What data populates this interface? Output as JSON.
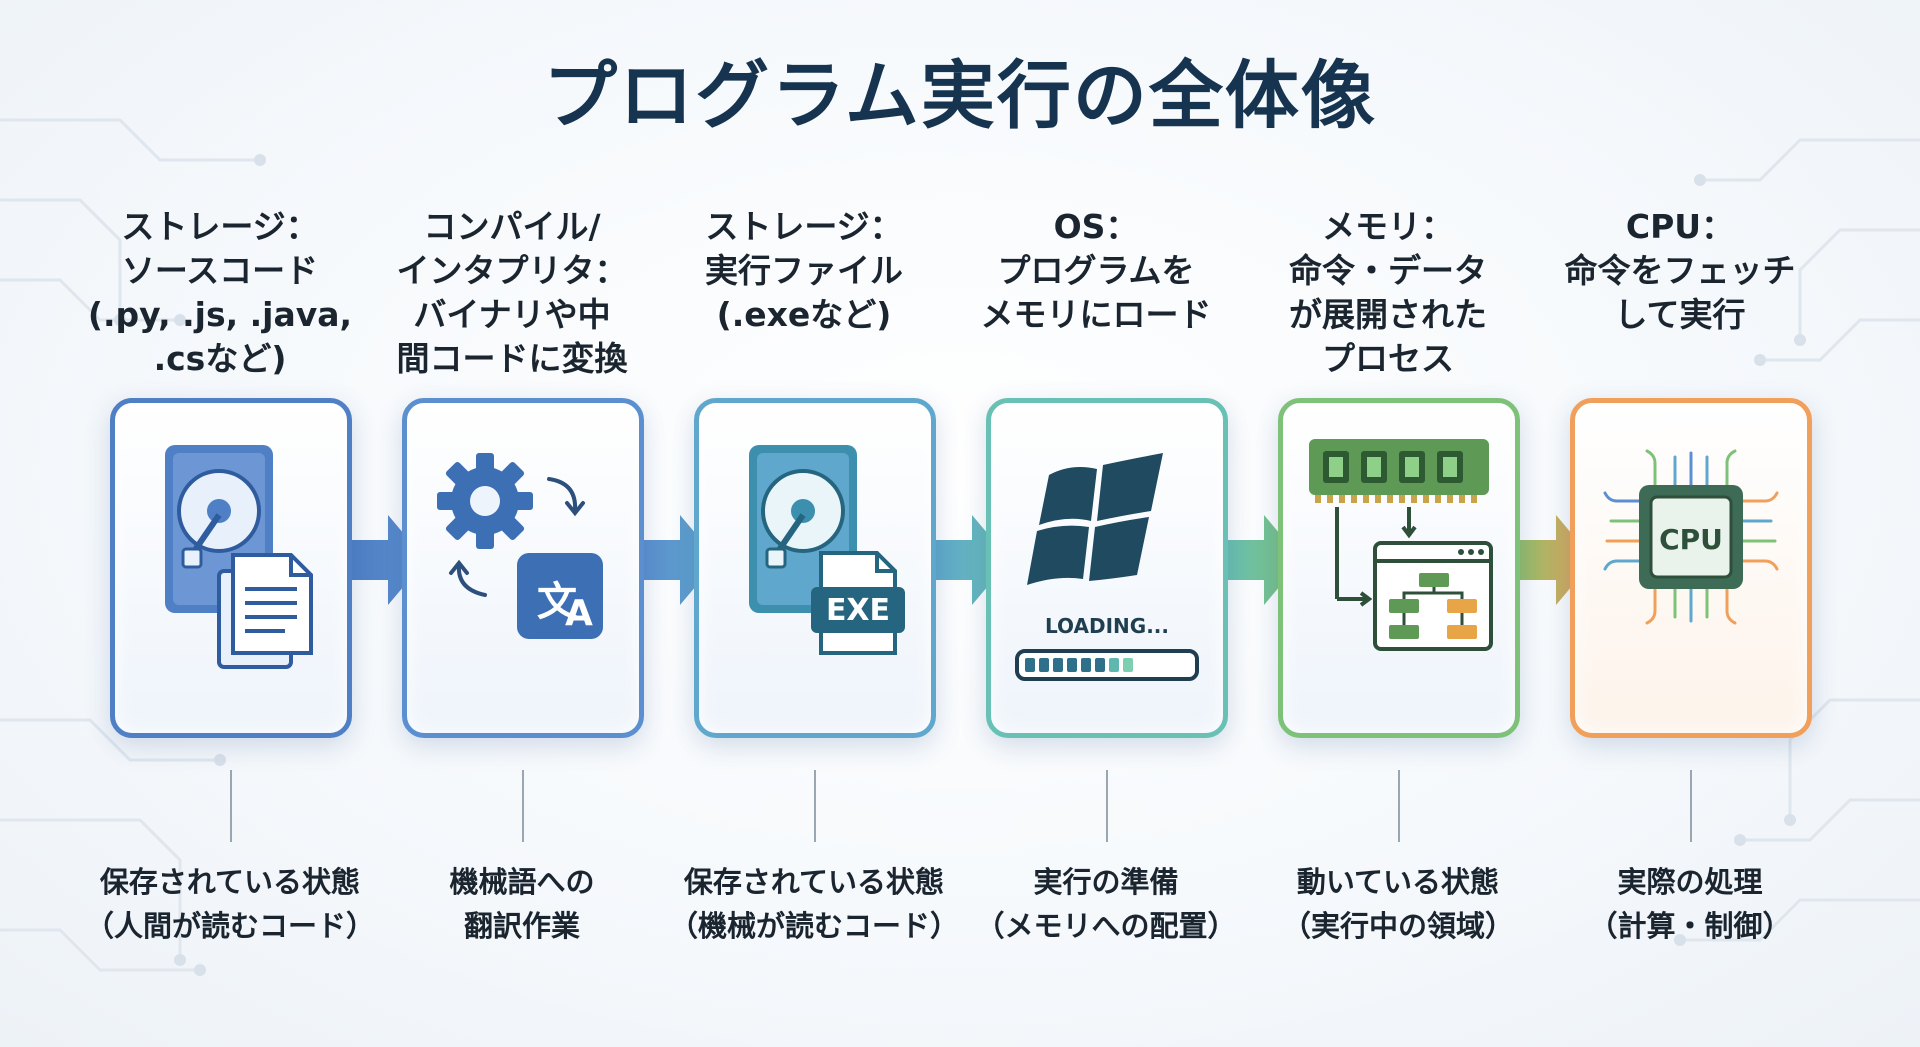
{
  "title": "プログラム実行の全体像",
  "steps": [
    {
      "top": [
        "ストレージ：",
        "ソースコード",
        "(.py, .js, .java,",
        ".csなど)"
      ],
      "bottom": [
        "保存されている状態",
        "（人間が読むコード）"
      ],
      "icon": "hard-drive-document-icon",
      "color": "#4f7fc4"
    },
    {
      "top": [
        "コンパイル/",
        "インタプリタ：",
        "バイナリや中",
        "間コードに変換"
      ],
      "bottom": [
        "機械語への",
        "翻訳作業"
      ],
      "icon": "gear-translate-icon",
      "color": "#5b8fcf"
    },
    {
      "top": [
        "ストレージ：",
        "実行ファイル",
        "(.exeなど)"
      ],
      "bottom": [
        "保存されている状態",
        "（機械が読むコード）"
      ],
      "icon": "hard-drive-exe-icon",
      "color": "#5fa7cc",
      "exe_label": "EXE"
    },
    {
      "top": [
        "OS：",
        "プログラムを",
        "メモリにロード"
      ],
      "bottom": [
        "実行の準備",
        "（メモリへの配置）"
      ],
      "icon": "os-loading-icon",
      "color": "#69c0b4",
      "loading_label": "LOADING..."
    },
    {
      "top": [
        "メモリ：",
        "命令・データ",
        "が展開された",
        "プロセス"
      ],
      "bottom": [
        "動いている状態",
        "（実行中の領域）"
      ],
      "icon": "memory-process-icon",
      "color": "#7ec27a"
    },
    {
      "top": [
        "CPU：",
        "命令をフェッチ",
        "して実行"
      ],
      "bottom": [
        "実際の処理",
        "（計算・制御）"
      ],
      "icon": "cpu-chip-icon",
      "color": "#f0a05a",
      "cpu_label": "CPU"
    }
  ]
}
